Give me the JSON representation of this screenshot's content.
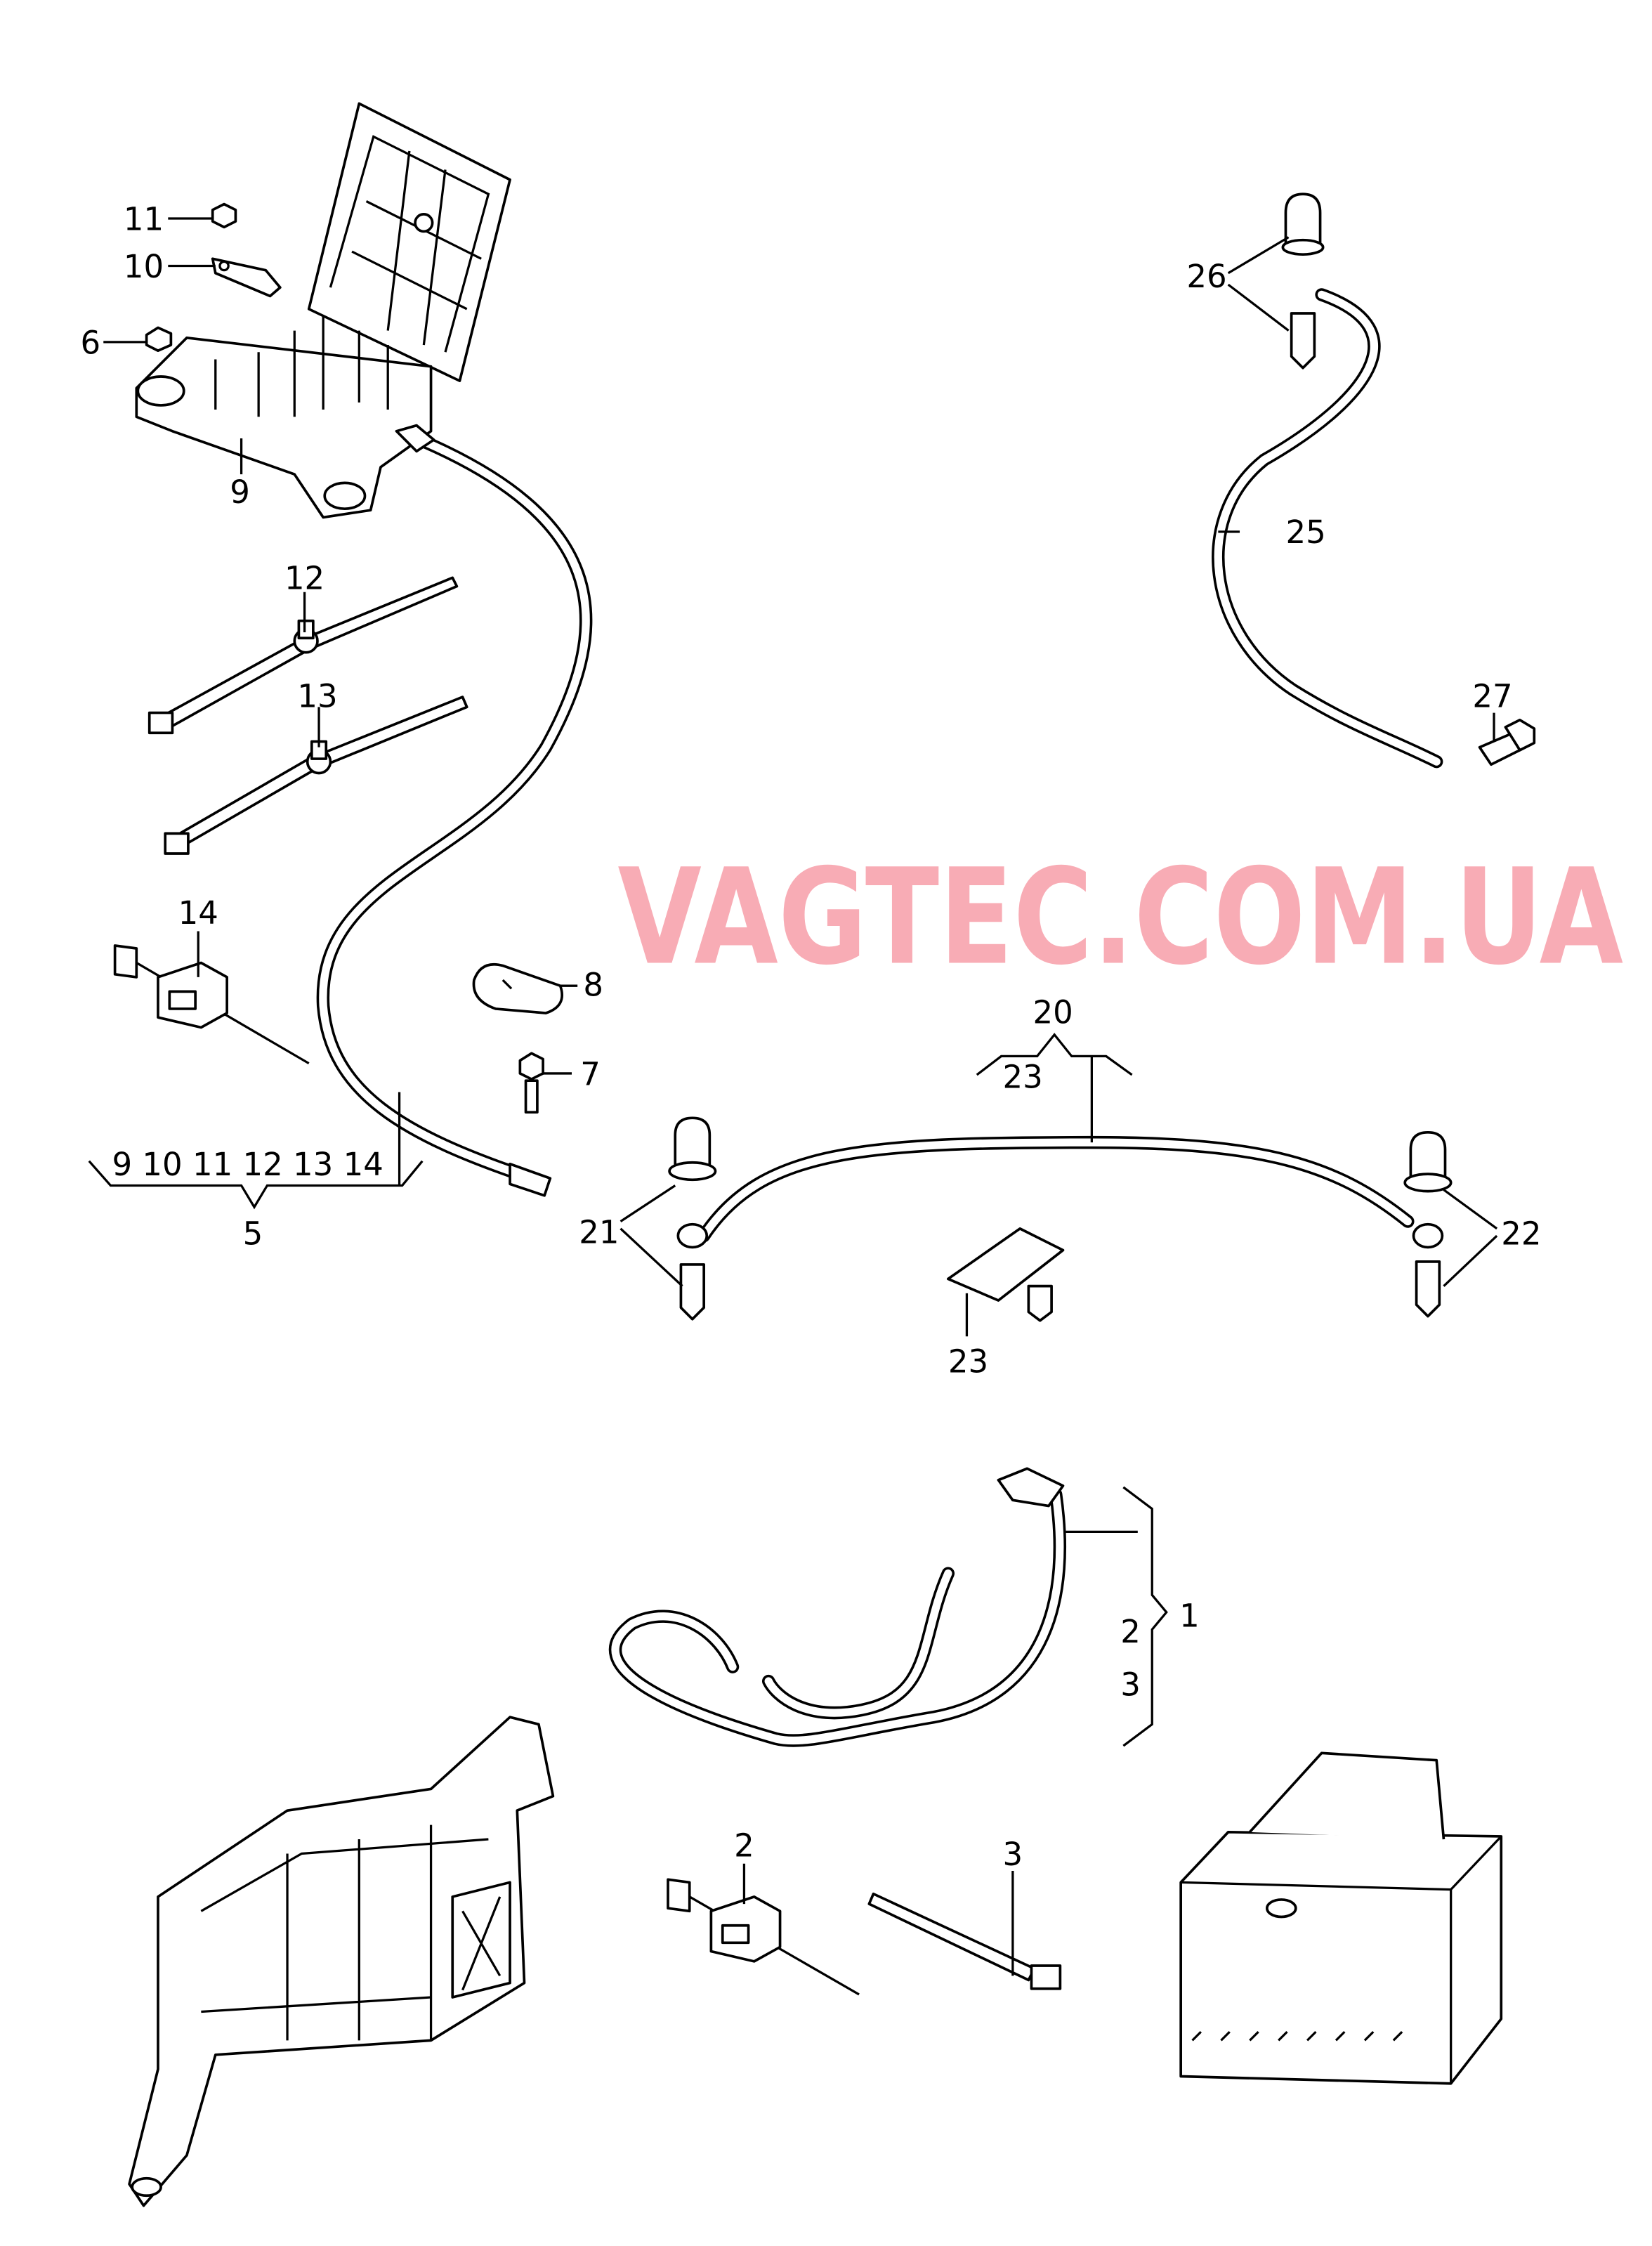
{
  "diagram": {
    "callouts": {
      "c1": "1",
      "c2a": "2",
      "c3a": "3",
      "c2b": "2",
      "c3b": "3",
      "c5": "5",
      "c6": "6",
      "c7": "7",
      "c8": "8",
      "c9": "9",
      "c10": "10",
      "c11": "11",
      "c12": "12",
      "c13": "13",
      "c14": "14",
      "c20": "20",
      "c21": "21",
      "c22": "22",
      "c23a": "23",
      "c23b": "23",
      "c25": "25",
      "c26": "26",
      "c27": "27"
    },
    "group5_items": "9 10 11 12 13 14",
    "watermark": "VAGTEC.COM.UA"
  },
  "colors": {
    "watermark": "#f58c98",
    "line": "#000000"
  }
}
